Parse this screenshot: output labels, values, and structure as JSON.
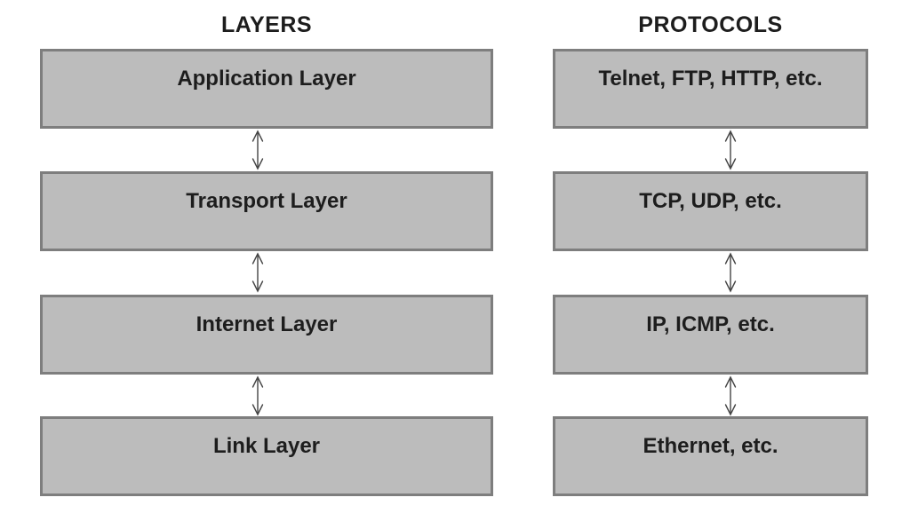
{
  "diagram": {
    "layers_column": {
      "header": "LAYERS",
      "rows": [
        {
          "label": "Application Layer"
        },
        {
          "label": "Transport Layer"
        },
        {
          "label": "Internet Layer"
        },
        {
          "label": "Link Layer"
        }
      ]
    },
    "protocols_column": {
      "header": "PROTOCOLS",
      "rows": [
        {
          "label": "Telnet, FTP, HTTP, etc."
        },
        {
          "label": "TCP, UDP, etc."
        },
        {
          "label": "IP, ICMP, etc."
        },
        {
          "label": "Ethernet, etc."
        }
      ]
    },
    "icons": {
      "connector": "vertical-double-headed-arrow"
    }
  },
  "colors": {
    "background": "#ffffff",
    "box_fill": "#bcbcbc",
    "box_border": "#7e7e7e",
    "text": "#1d1d1d",
    "arrow": "#454545"
  }
}
